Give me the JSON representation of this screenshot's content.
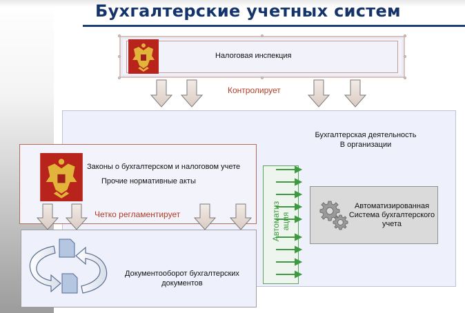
{
  "title": "Бухгалтерские учетных систем",
  "tax_inspection": "Налоговая инспекция",
  "controls_label": "Контролирует",
  "org_activity_line1": "Бухгалтерская деятельность",
  "org_activity_line2": "В организации",
  "laws_line1": "Законы о бухгалтерском и налоговом учете",
  "laws_line2": "Прочие нормативные акты",
  "regulates_label": "Четко регламентирует",
  "automation_line1": "Автоматиз",
  "automation_line2": "ация",
  "ais_line1": "Автоматизированная",
  "ais_line2": "Система бухгалтерского",
  "ais_line3": "учета",
  "doc_flow_line1": "Документооборот бухгалтерских",
  "doc_flow_line2": "документов",
  "colors": {
    "title": "#14346b",
    "red_label": "#b23a26",
    "green_arrows": "#3f9a3f",
    "arrow_fill": "#e7dcd6",
    "arrow_stroke": "#7a7a7a"
  },
  "icons": [
    "emblem-icon",
    "gear-icon",
    "document-icon",
    "cycle-arrow-icon"
  ]
}
